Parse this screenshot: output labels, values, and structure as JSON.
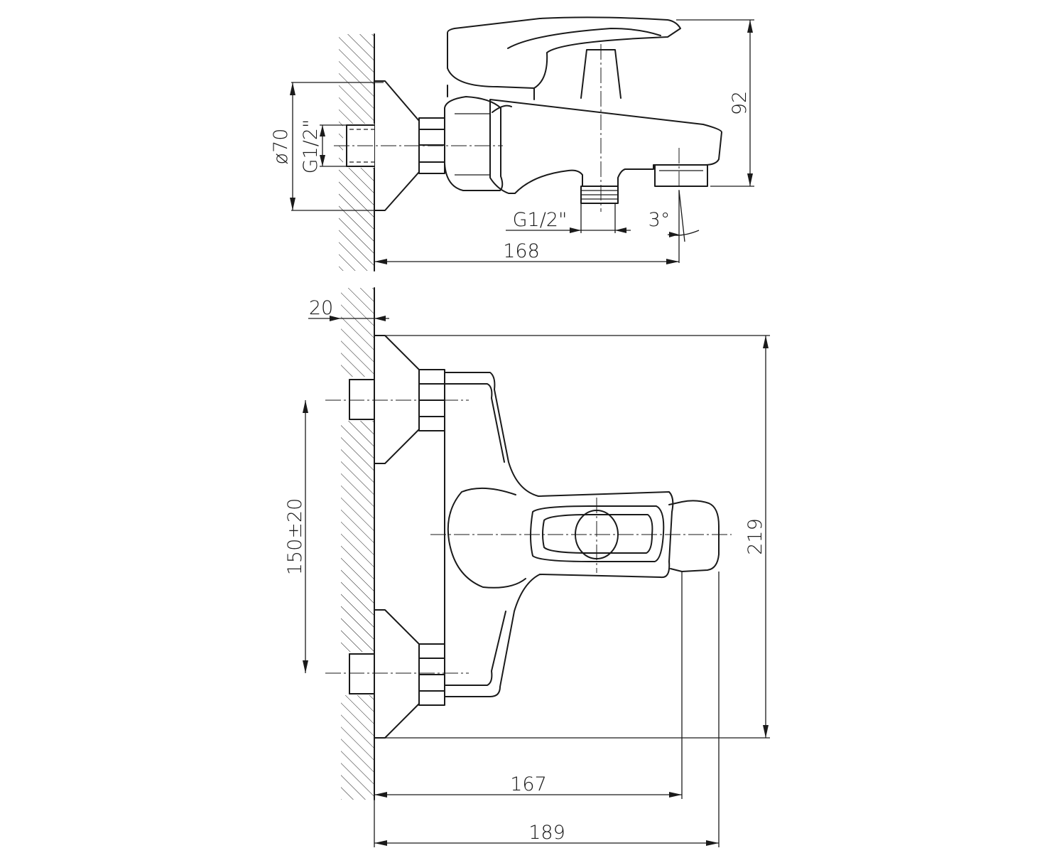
{
  "top_view": {
    "dims": {
      "diameter": "ø70",
      "inlet_thread": "G1/2\"",
      "outlet_thread": "G1/2\"",
      "angle": "3°",
      "depth": "168",
      "height": "92"
    }
  },
  "front_view": {
    "dims": {
      "offset": "20",
      "spacing": "150±20",
      "height": "219",
      "depth_spout": "167",
      "depth_total": "189"
    }
  }
}
